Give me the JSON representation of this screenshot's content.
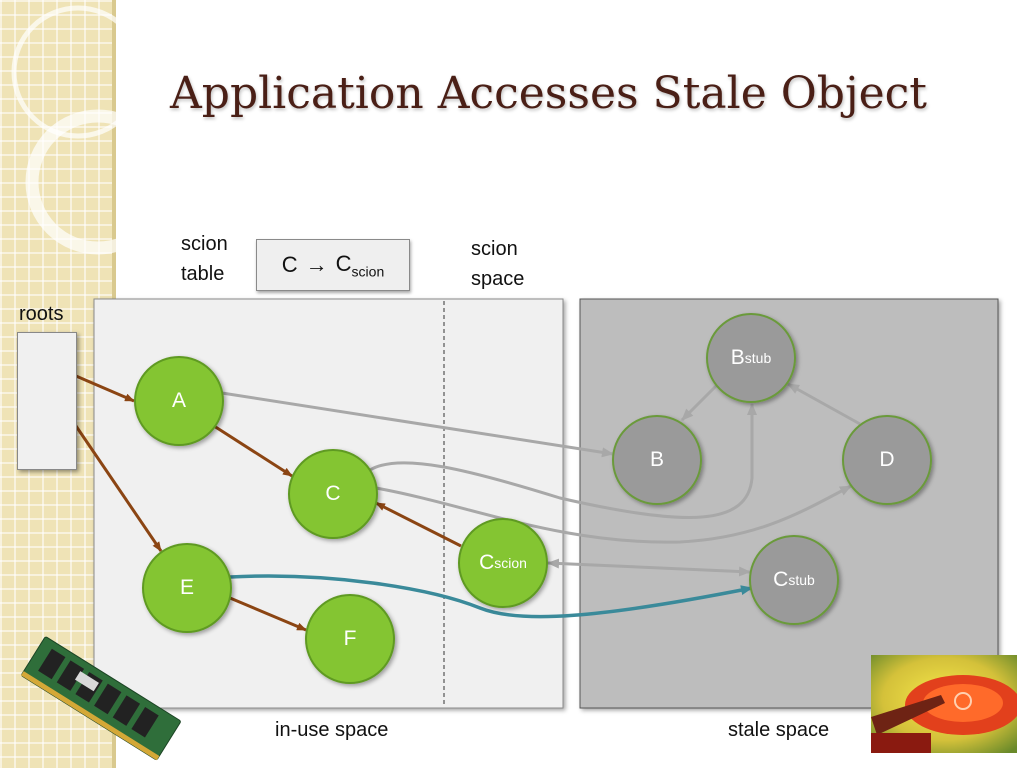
{
  "title": "Application Accesses Stale Object",
  "labels": {
    "scion_table": "scion\ntable",
    "scion_space": "scion\nspace",
    "roots": "roots",
    "in_use_space": "in-use space",
    "stale_space": "stale space"
  },
  "scion_mapping": {
    "from": "C",
    "arrow": "→",
    "to_base": "C",
    "to_sub": "scion"
  },
  "nodes": {
    "A": {
      "label": "A",
      "sub": ""
    },
    "C": {
      "label": "C",
      "sub": ""
    },
    "E": {
      "label": "E",
      "sub": ""
    },
    "F": {
      "label": "F",
      "sub": ""
    },
    "Cscion": {
      "label": "C",
      "sub": "scion"
    },
    "B": {
      "label": "B",
      "sub": ""
    },
    "D": {
      "label": "D",
      "sub": ""
    },
    "Bstub": {
      "label": "B",
      "sub": "stub"
    },
    "Cstub": {
      "label": "C",
      "sub": "stub"
    }
  },
  "colors": {
    "live_node": "#84c531",
    "stale_node": "#9a9a9a",
    "live_edge": "#8b4513",
    "cross_edge": "#a8a8a8",
    "access_edge": "#3a8a9a",
    "in_use_bg": "#f0f0f0",
    "stale_bg": "#bdbdbd",
    "title": "#4a1f16"
  }
}
